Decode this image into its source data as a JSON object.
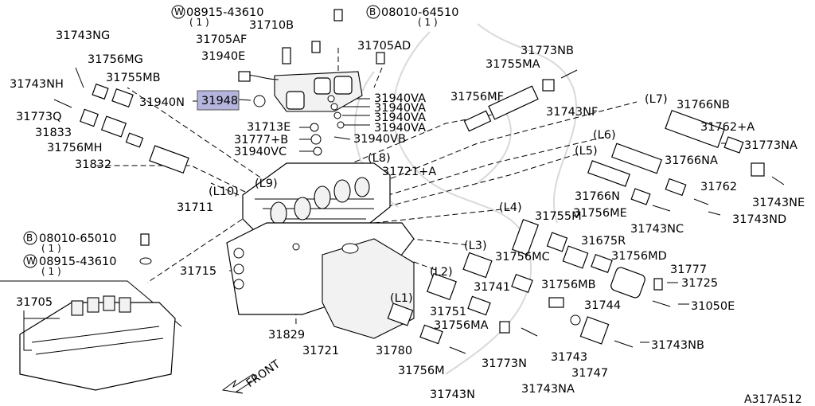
{
  "diagram_code": "A317A512",
  "front_label": "FRONT",
  "highlighted_part": "31948",
  "parts": {
    "p31743NG": "31743NG",
    "p31756MG": "31756MG",
    "p31755MB": "31755MB",
    "p31743NH": "31743NH",
    "p31773Q": "31773Q",
    "p31833": "31833",
    "p31756MH": "31756MH",
    "p31832": "31832",
    "p31940N": "31940N",
    "p31948": "31948",
    "p31940E": "31940E",
    "p31705AF": "31705AF",
    "p31710B": "31710B",
    "p31713E": "31713E",
    "p31777B": "31777+B",
    "p31940VC": "31940VC",
    "p31940VA": "31940VA",
    "p31940VB": "31940VB",
    "p31705AD": "31705AD",
    "p31773NB": "31773NB",
    "p31755MA": "31755MA",
    "p31756MF": "31756MF",
    "p31743NF": "31743NF",
    "p31721A": "31721+A",
    "p31711": "31711",
    "p31715": "31715",
    "p31829": "31829",
    "p31721": "31721",
    "p31705": "31705",
    "p31766NB": "31766NB",
    "p31762A": "31762+A",
    "p31773NA": "31773NA",
    "p31766NA": "31766NA",
    "p31762": "31762",
    "p31743NE": "31743NE",
    "p31766N": "31766N",
    "p31756ME": "31756ME",
    "p31743ND": "31743ND",
    "p31743NC": "31743NC",
    "p31755M": "31755M",
    "p31675R": "31675R",
    "p31756MC": "31756MC",
    "p31756MD": "31756MD",
    "p31741": "31741",
    "p31777": "31777",
    "p31725": "31725",
    "p31756MB": "31756MB",
    "p31744": "31744",
    "p31050E": "31050E",
    "p31751": "31751",
    "p31756MA": "31756MA",
    "p31743": "31743",
    "p31743NB": "31743NB",
    "p31780": "31780",
    "p31773N": "31773N",
    "p31747": "31747",
    "p31756M": "31756M",
    "p31743NA": "31743NA",
    "p31743N": "31743N"
  },
  "fasteners": {
    "w1_code": "08915-43610",
    "w1_qty": "( 1 )",
    "b1_code": "08010-64510",
    "b1_qty": "( 1 )",
    "b2_code": "08010-65010",
    "b2_qty": "( 1 )",
    "w2_code": "08915-43610",
    "w2_qty": "( 1 )",
    "w_symbol": "W",
    "b_symbol": "B"
  },
  "section_labels": {
    "L1": "(L1)",
    "L2": "(L2)",
    "L3": "(L3)",
    "L4": "(L4)",
    "L5": "(L5)",
    "L6": "(L6)",
    "L7": "(L7)",
    "L8": "(L8)",
    "L9": "(L9)",
    "L10": "(L10)"
  }
}
